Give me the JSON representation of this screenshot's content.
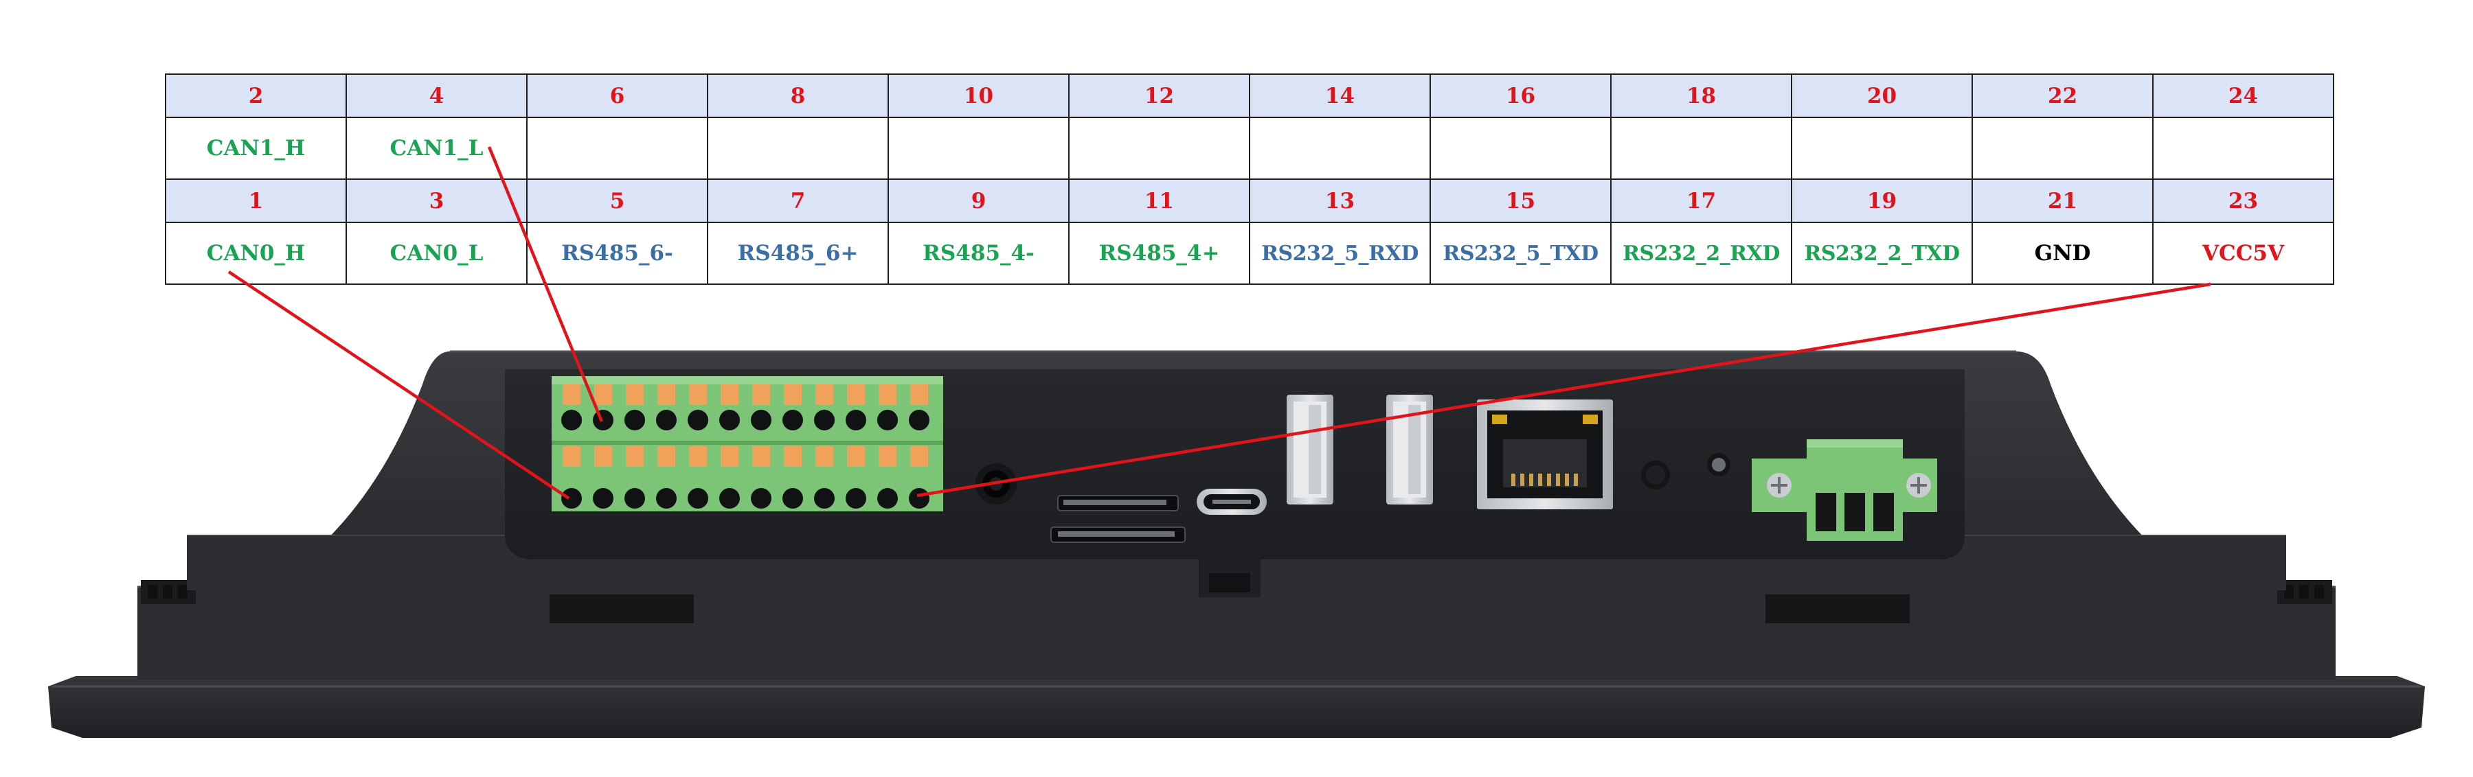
{
  "pin_table": {
    "top_numbers": [
      "2",
      "4",
      "6",
      "8",
      "10",
      "12",
      "14",
      "16",
      "18",
      "20",
      "22",
      "24"
    ],
    "top_signals": [
      {
        "label": "CAN1_H",
        "color": "#1aa352"
      },
      {
        "label": "CAN1_L",
        "color": "#1aa352"
      },
      {
        "label": "",
        "color": "#000000"
      },
      {
        "label": "",
        "color": "#000000"
      },
      {
        "label": "",
        "color": "#000000"
      },
      {
        "label": "",
        "color": "#000000"
      },
      {
        "label": "",
        "color": "#000000"
      },
      {
        "label": "",
        "color": "#000000"
      },
      {
        "label": "",
        "color": "#000000"
      },
      {
        "label": "",
        "color": "#000000"
      },
      {
        "label": "",
        "color": "#000000"
      },
      {
        "label": "",
        "color": "#000000"
      }
    ],
    "bottom_numbers": [
      "1",
      "3",
      "5",
      "7",
      "9",
      "11",
      "13",
      "15",
      "17",
      "19",
      "21",
      "23"
    ],
    "bottom_signals": [
      {
        "label": "CAN0_H",
        "color": "#1aa352"
      },
      {
        "label": "CAN0_L",
        "color": "#1aa352"
      },
      {
        "label": "RS485_6-",
        "color": "#3c6ea6"
      },
      {
        "label": "RS485_6+",
        "color": "#3c6ea6"
      },
      {
        "label": "RS485_4-",
        "color": "#1aa352"
      },
      {
        "label": "RS485_4+",
        "color": "#1aa352"
      },
      {
        "label": "RS232_5_RXD",
        "color": "#3c6ea6"
      },
      {
        "label": "RS232_5_TXD",
        "color": "#3c6ea6"
      },
      {
        "label": "RS232_2_RXD",
        "color": "#1aa352"
      },
      {
        "label": "RS232_2_TXD",
        "color": "#1aa352"
      },
      {
        "label": "GND",
        "color": "#000000"
      },
      {
        "label": "VCC5V",
        "color": "#e2141b"
      }
    ]
  },
  "colors": {
    "pin_number": "#e2141b",
    "header_fill": "#dbe3f7",
    "leader_line": "#e2141b",
    "terminal_green": "#7cc576",
    "terminal_orange": "#f2a35b",
    "housing_dark": "#2e3033"
  }
}
